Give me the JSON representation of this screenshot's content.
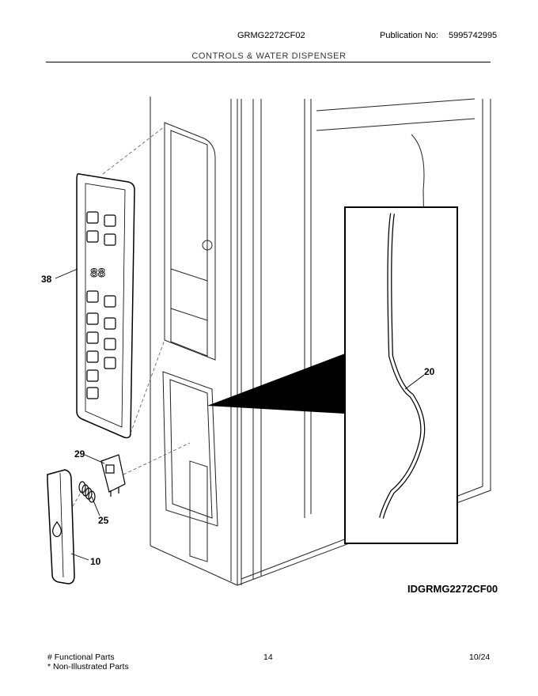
{
  "header": {
    "model": "GRMG2272CF02",
    "publication_label": "Publication No:",
    "publication_number": "5995742995",
    "section_title": "CONTROLS & WATER DISPENSER"
  },
  "callouts": {
    "c38": "38",
    "c29": "29",
    "c25": "25",
    "c10": "10",
    "c20": "20"
  },
  "diagram_id": "IDGRMG2272CF00",
  "footer": {
    "functional_parts": "# Functional Parts",
    "non_illustrated": "* Non-Illustrated Parts",
    "page_number": "14",
    "date": "10/24"
  }
}
